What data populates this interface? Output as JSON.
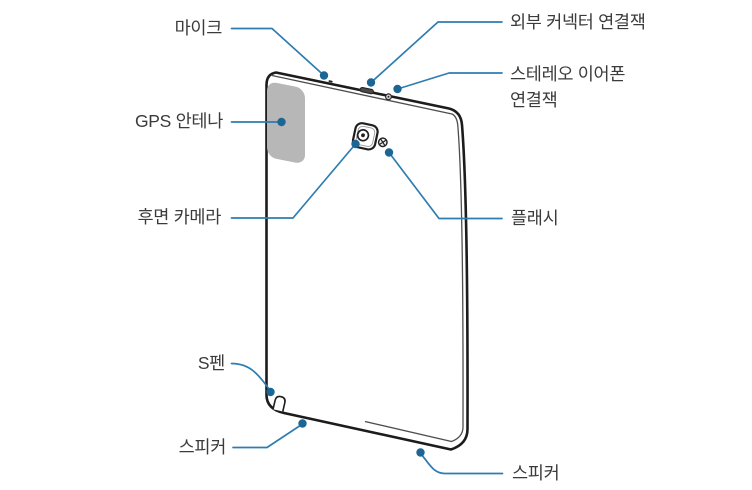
{
  "diagram": {
    "type": "tablet-rear-view-callout-diagram",
    "labels": {
      "mic": "마이크",
      "external_connector": "외부 커넥터 연결잭",
      "stereo_earphone_line1": "스테레오 이어폰",
      "stereo_earphone_line2": "연결잭",
      "gps_antenna": "GPS 안테나",
      "rear_camera": "후면 카메라",
      "flash": "플래시",
      "s_pen": "S펜",
      "speaker_left": "스피커",
      "speaker_right": "스피커"
    },
    "colors": {
      "callout_line": "#2e7cb0",
      "callout_dot": "#1b6694",
      "label_text": "#3b3b3b",
      "device_outline": "#1c1c1c",
      "device_inner_edge": "#4d4d4d",
      "gps_antenna_fill": "#b7b7b7",
      "background": "#ffffff"
    }
  }
}
